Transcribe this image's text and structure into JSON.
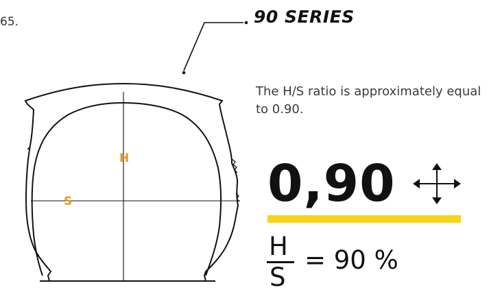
{
  "page": {
    "number_fragment": "65."
  },
  "header": {
    "series_title": "90 SERIES"
  },
  "diagram": {
    "height_label": "H",
    "section_label": "S"
  },
  "description": "The H/S ratio is approximately equal to 0.90.",
  "ratio": {
    "value": "0,90",
    "icon": "move-arrows-icon"
  },
  "formula": {
    "numerator": "H",
    "denominator": "S",
    "result": "= 90 %"
  },
  "colors": {
    "accent_yellow": "#f7d417",
    "label_orange": "#e39a1b",
    "text_dark": "#111111"
  }
}
